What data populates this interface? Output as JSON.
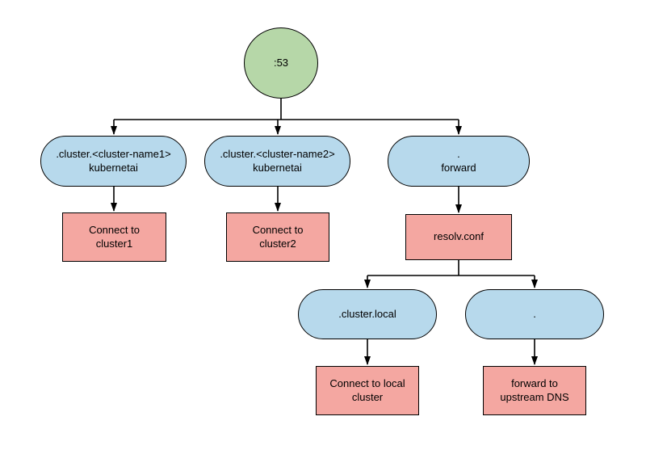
{
  "diagram": {
    "nodes": {
      "port": {
        "label": ":53"
      },
      "kubernetai1": {
        "label": ".cluster.<cluster-name1>\nkubernetai"
      },
      "kubernetai2": {
        "label": ".cluster.<cluster-name2>\nkubernetai"
      },
      "forward": {
        "label": ".\nforward"
      },
      "connect_cluster1": {
        "label": "Connect to\ncluster1"
      },
      "connect_cluster2": {
        "label": "Connect to\ncluster2"
      },
      "resolv_conf": {
        "label": "resolv.conf"
      },
      "cluster_local": {
        "label": ".cluster.local"
      },
      "root_domain": {
        "label": "."
      },
      "connect_local": {
        "label": "Connect to local\ncluster"
      },
      "forward_upstream": {
        "label": "forward to\nupstream DNS"
      }
    },
    "edges": [
      {
        "from": "port",
        "to": "kubernetai1"
      },
      {
        "from": "port",
        "to": "kubernetai2"
      },
      {
        "from": "port",
        "to": "forward"
      },
      {
        "from": "kubernetai1",
        "to": "connect_cluster1"
      },
      {
        "from": "kubernetai2",
        "to": "connect_cluster2"
      },
      {
        "from": "forward",
        "to": "resolv_conf"
      },
      {
        "from": "resolv_conf",
        "to": "cluster_local"
      },
      {
        "from": "resolv_conf",
        "to": "root_domain"
      },
      {
        "from": "cluster_local",
        "to": "connect_local"
      },
      {
        "from": "root_domain",
        "to": "forward_upstream"
      }
    ],
    "colors": {
      "entry": "#b6d7a8",
      "matcher": "#b7d9ec",
      "action": "#f4a7a1",
      "stroke": "#000000",
      "background": "#ffffff"
    }
  }
}
